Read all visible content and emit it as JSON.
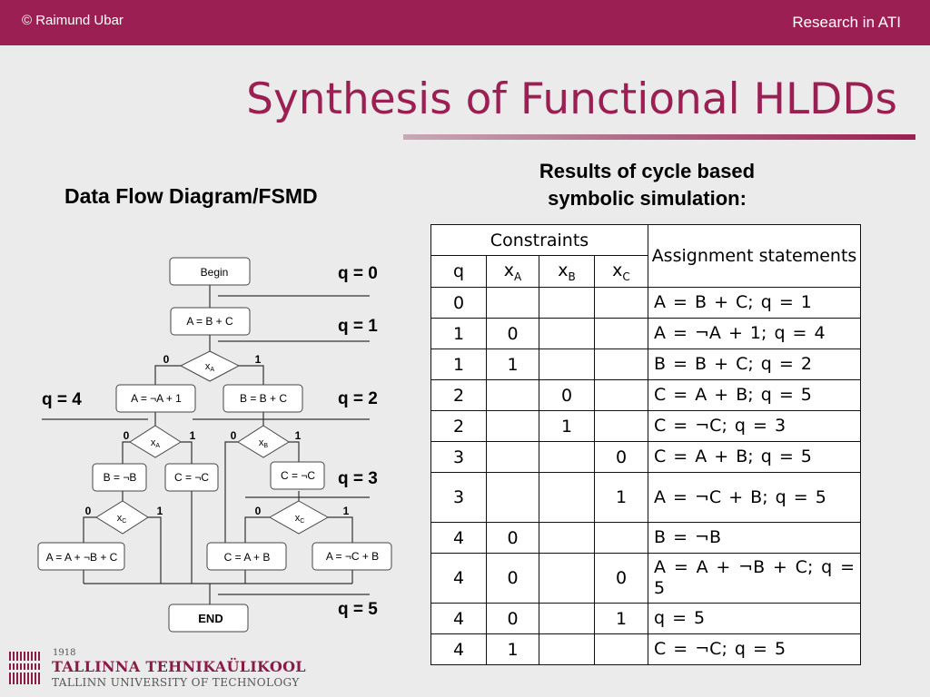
{
  "header": {
    "copyright": "© Raimund Ubar",
    "brand": "Research in ATI"
  },
  "title": "Synthesis of Functional HLDDs",
  "left_heading": "Data Flow Diagram/FSMD",
  "right_heading": {
    "line1": "Results of cycle based",
    "line2": "symbolic simulation:"
  },
  "diagram": {
    "begin": "Begin",
    "end": "END",
    "box_abc": "A = B + C",
    "box_not_a": "A = ¬A + 1",
    "box_b_bc": "B = B + C",
    "box_b_notb": "B = ¬B",
    "box_c_notc_left": "C = ¬C",
    "box_c_notc_right": "C = ¬C",
    "box_a_anotbc": "A = A + ¬B + C",
    "box_c_ab": "C = A + B",
    "box_a_notcb": "A = ¬C + B",
    "states": {
      "q0": "q = 0",
      "q1": "q = 1",
      "q2": "q = 2",
      "q3": "q = 3",
      "q4": "q = 4",
      "q5": "q = 5"
    },
    "zero": "0",
    "one": "1",
    "decision_xa_main": {
      "var": "x",
      "sub": "A"
    },
    "decision_xa_left": {
      "var": "x",
      "sub": "A"
    },
    "decision_xb": {
      "var": "x",
      "sub": "B"
    },
    "decision_xc_left": {
      "var": "x",
      "sub": "C"
    },
    "decision_xc_right": {
      "var": "x",
      "sub": "C"
    }
  },
  "table": {
    "constraints_header": "Constraints",
    "assignment_header": "Assignment statements",
    "col_q": "q",
    "col_x": "x",
    "col_xa_sub": "A",
    "col_xb_sub": "B",
    "col_xc_sub": "C",
    "rows": [
      {
        "q": "0",
        "xa": "",
        "xb": "",
        "xc": "",
        "assign": "A = B + C;  q = 1"
      },
      {
        "q": "1",
        "xa": "0",
        "xb": "",
        "xc": "",
        "assign": "A = ¬A + 1;  q = 4"
      },
      {
        "q": "1",
        "xa": "1",
        "xb": "",
        "xc": "",
        "assign": "B = B + C;  q = 2"
      },
      {
        "q": "2",
        "xa": "",
        "xb": "0",
        "xc": "",
        "assign": "C = A + B;  q = 5"
      },
      {
        "q": "2",
        "xa": "",
        "xb": "1",
        "xc": "",
        "assign": "C = ¬C;  q = 3"
      },
      {
        "q": "3",
        "xa": "",
        "xb": "",
        "xc": "0",
        "assign": "C = A + B;  q = 5"
      },
      {
        "q": "3",
        "xa": "",
        "xb": "",
        "xc": "1",
        "assign": "A = ¬C + B;   q = 5"
      },
      {
        "q": "4",
        "xa": "0",
        "xb": "",
        "xc": "",
        "assign": "B = ¬B"
      },
      {
        "q": "4",
        "xa": "0",
        "xb": "",
        "xc": "0",
        "assign": "A = A + ¬B + C; q = 5"
      },
      {
        "q": "4",
        "xa": "0",
        "xb": "",
        "xc": "1",
        "assign": "q = 5"
      },
      {
        "q": "4",
        "xa": "1",
        "xb": "",
        "xc": "",
        "assign": "C = ¬C;  q = 5"
      }
    ]
  },
  "logo": {
    "year": "1918",
    "name_et": "TALLINNA TEHNIKAÜLIKOOL",
    "name_en": "TALLINN UNIVERSITY OF TECHNOLOGY"
  },
  "colors": {
    "brand": "#9b1f52",
    "background": "#ebebeb"
  }
}
